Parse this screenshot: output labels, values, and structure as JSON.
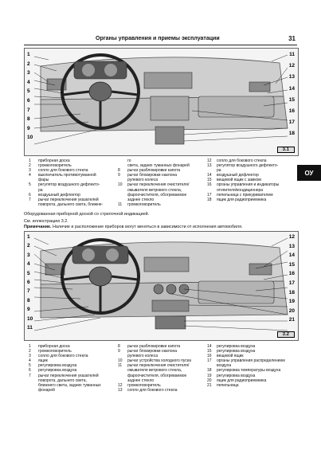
{
  "header": {
    "title": "Органы управления и приемы эксплуатации",
    "page_number": "31"
  },
  "side_tab": "ОУ",
  "figure1": {
    "caption_tag": "3.1",
    "callouts_left": [
      "1",
      "2",
      "3",
      "4",
      "5",
      "6",
      "7",
      "8",
      "9",
      "10"
    ],
    "callouts_right": [
      "11",
      "12",
      "13",
      "14",
      "15",
      "16",
      "17",
      "18"
    ]
  },
  "legend1": {
    "col1": [
      {
        "n": "1",
        "t": "приборная доска"
      },
      {
        "n": "2",
        "t": "громкоговоритель"
      },
      {
        "n": "3",
        "t": "сопло для бокового стекла"
      },
      {
        "n": "4",
        "t": "выключатель противотуманной"
      },
      {
        "n": "",
        "t": "фары"
      },
      {
        "n": "5",
        "t": "регулятор воздушного дефлекто-"
      },
      {
        "n": "",
        "t": "ра"
      },
      {
        "n": "6",
        "t": "воздушный дефлектор"
      },
      {
        "n": "7",
        "t": "рычаг переключения указателей"
      },
      {
        "n": "",
        "t": "поворота, дальнего света, ближне-"
      }
    ],
    "col2": [
      {
        "n": "",
        "t": "го"
      },
      {
        "n": "",
        "t": "света, задних туманных фонарей"
      },
      {
        "n": "8",
        "t": "рычаг разблокировки капота"
      },
      {
        "n": "9",
        "t": "рычаг блокировки наклона"
      },
      {
        "n": "",
        "t": "рулевого колеса"
      },
      {
        "n": "10",
        "t": "рычаг переключения очистителя/"
      },
      {
        "n": "",
        "t": "омывателя ветрового стекла,"
      },
      {
        "n": "",
        "t": "фароочистителя, обогреваемое"
      },
      {
        "n": "",
        "t": "заднее стекло"
      },
      {
        "n": "11",
        "t": "громкоговоритель"
      }
    ],
    "col3": [
      {
        "n": "12",
        "t": "сопло для бокового стекла"
      },
      {
        "n": "13",
        "t": "регулятор воздушного дефлекто-"
      },
      {
        "n": "",
        "t": "ра"
      },
      {
        "n": "14",
        "t": "воздушный дефлектор"
      },
      {
        "n": "15",
        "t": "вещевой ящик с замком"
      },
      {
        "n": "16",
        "t": "органы управления и индикаторы"
      },
      {
        "n": "",
        "t": "отопителя/кондиционера"
      },
      {
        "n": "17",
        "t": "пепельница с прикуривателем"
      },
      {
        "n": "18",
        "t": "ящик для радиоприемника"
      }
    ]
  },
  "para1": "Оборудованная приборной доской со стрелочной индикацией.",
  "para2": "См. иллюстрацию 3.2.",
  "note": {
    "label": "Примечание.",
    "text": "Наличие и расположение приборов могут меняться в зависимости от исполнения автомобиля."
  },
  "figure2": {
    "caption_tag": "3.2",
    "callouts_left": [
      "1",
      "2",
      "3",
      "4",
      "5",
      "6",
      "7",
      "8",
      "9",
      "10",
      "11"
    ],
    "callouts_right": [
      "12",
      "13",
      "14",
      "15",
      "16",
      "17",
      "18",
      "19",
      "20",
      "21"
    ]
  },
  "legend2": {
    "col1": [
      {
        "n": "1",
        "t": "приборная доска"
      },
      {
        "n": "2",
        "t": "громкоговоритель"
      },
      {
        "n": "3",
        "t": "сопло для бокового стекла"
      },
      {
        "n": "4",
        "t": "ящик"
      },
      {
        "n": "5",
        "t": "регулировка воздуха"
      },
      {
        "n": "6",
        "t": "регулировка воздуха"
      },
      {
        "n": "7",
        "t": "рычаг переключения указателей"
      },
      {
        "n": "",
        "t": "поворота, дальнего света,"
      },
      {
        "n": "",
        "t": "ближнего света, задних туманных"
      },
      {
        "n": "",
        "t": "фонарей"
      }
    ],
    "col2": [
      {
        "n": "8",
        "t": "рычаг разблокировки капота"
      },
      {
        "n": "9",
        "t": "рычаг блокировки наклона"
      },
      {
        "n": "",
        "t": "рулевого колеса"
      },
      {
        "n": "10",
        "t": "рычаг устройства холодного пуска"
      },
      {
        "n": "11",
        "t": "рычаг переключения очистителя/"
      },
      {
        "n": "",
        "t": "омывателя ветрового стекла,"
      },
      {
        "n": "",
        "t": "фароочистителя, обогреваемое"
      },
      {
        "n": "",
        "t": "заднее стекло"
      },
      {
        "n": "12",
        "t": "громкоговоритель"
      },
      {
        "n": "13",
        "t": "сопло для бокового стекла"
      }
    ],
    "col3": [
      {
        "n": "14",
        "t": "регулировка воздуха"
      },
      {
        "n": "15",
        "t": "регулировка воздуха"
      },
      {
        "n": "16",
        "t": "вещевой ящик"
      },
      {
        "n": "17",
        "t": "органы управления распределением"
      },
      {
        "n": "",
        "t": "воздуха"
      },
      {
        "n": "18",
        "t": "регулировка температуры воздуха"
      },
      {
        "n": "19",
        "t": "регулировка воздуха"
      },
      {
        "n": "20",
        "t": "ящик для радиоприемника"
      },
      {
        "n": "21",
        "t": "пепельница"
      }
    ]
  }
}
